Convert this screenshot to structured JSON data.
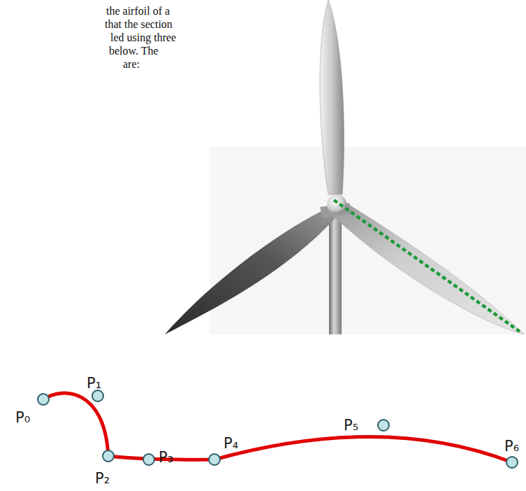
{
  "diagram": {
    "labels": [
      "the airfoil of a",
      "that the section",
      "led using three",
      "below.  The",
      "are:",
      "P₀",
      "P₁",
      "P₂",
      "P₃",
      "P₄",
      "P₅",
      "P₆"
    ]
  }
}
